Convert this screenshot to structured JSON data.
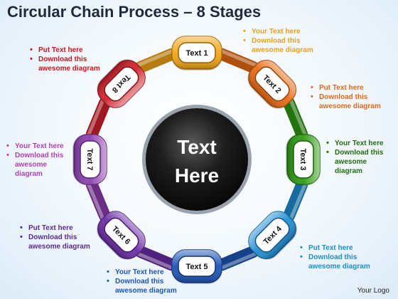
{
  "title": {
    "main": "Circular Chain Process",
    "dash": "–",
    "sub": "8 Stages"
  },
  "center": {
    "line1": "Text",
    "line2": "Here"
  },
  "links": [
    {
      "label": "Text 1",
      "color": "#f2a516"
    },
    {
      "label": "Text 2",
      "color": "#ea6a12"
    },
    {
      "label": "Text 3",
      "color": "#2e9a13"
    },
    {
      "label": "Text 4",
      "color": "#1f8ed3"
    },
    {
      "label": "Text 5",
      "color": "#1c55b8"
    },
    {
      "label": "Text 6",
      "color": "#6b2da8"
    },
    {
      "label": "Text 7",
      "color": "#8d3fb0"
    },
    {
      "label": "Text 8",
      "color": "#d1202a"
    }
  ],
  "notes": {
    "n1": {
      "color": "#e8a020",
      "bullets": [
        "Your Text here",
        "Download this awesome diagram"
      ]
    },
    "n2": {
      "color": "#e06a1a",
      "bullets": [
        "Put Text here",
        "Download this awesome diagram"
      ]
    },
    "n3": {
      "color": "#1f6d10",
      "bullets": [
        "Your Text here",
        "Download this awesome diagram"
      ]
    },
    "n4": {
      "color": "#1c8fc8",
      "bullets": [
        "Put Text here",
        "Download this awesome diagram"
      ]
    },
    "n5": {
      "color": "#1c55b8",
      "bullets": [
        "Your Text here",
        "Download this awesome diagram"
      ]
    },
    "n6": {
      "color": "#5a2a90",
      "bullets": [
        "Put Text here",
        "Download this awesome diagram"
      ]
    },
    "n7": {
      "color": "#b53fb5",
      "bullets": [
        "Your Text here",
        "Download this awesome diagram"
      ]
    },
    "n8": {
      "color": "#c8161e",
      "bullets": [
        "Put Text here",
        "Download this awesome diagram"
      ]
    }
  },
  "logo": "Your Logo"
}
